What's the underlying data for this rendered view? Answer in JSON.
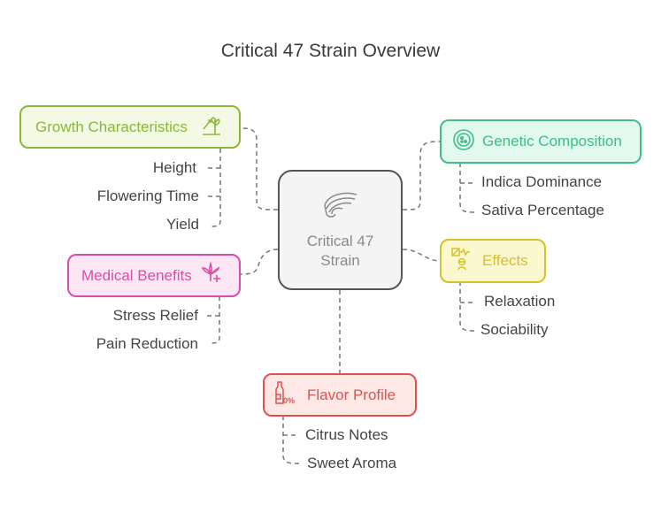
{
  "title": "Critical 47 Strain Overview",
  "center": {
    "line1": "Critical 47",
    "line2": "Strain",
    "icon": "wave-icon"
  },
  "branches": {
    "growth": {
      "label": "Growth Characteristics",
      "icon": "plant-growth-icon",
      "color": "#8ab83a",
      "fill": "#f3f9e4",
      "items": [
        "Height",
        "Flowering Time",
        "Yield"
      ]
    },
    "genetic": {
      "label": "Genetic Composition",
      "icon": "cell-icon",
      "color": "#3dbf87",
      "fill": "#e3f8ee",
      "items": [
        "Indica Dominance",
        "Sativa Percentage"
      ]
    },
    "medical": {
      "label": "Medical Benefits",
      "icon": "cannabis-plus-icon",
      "color": "#d94fa3",
      "fill": "#fce6f3",
      "items": [
        "Stress Relief",
        "Pain Reduction"
      ]
    },
    "effects": {
      "label": "Effects",
      "icon": "mood-icon",
      "color": "#d4c22a",
      "fill": "#fbf7cf",
      "items": [
        "Relaxation",
        "Sociability"
      ]
    },
    "flavor": {
      "label": "Flavor Profile",
      "icon": "bottle-percent-icon",
      "color": "#e05252",
      "fill": "#fde8e6",
      "items": [
        "Citrus Notes",
        "Sweet Aroma"
      ]
    }
  }
}
